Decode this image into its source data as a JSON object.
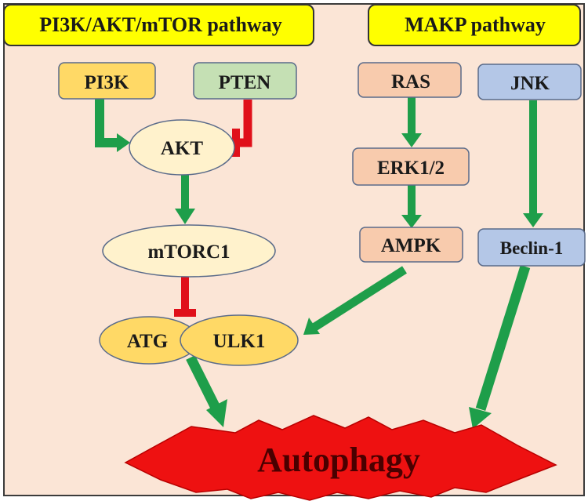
{
  "pathways": {
    "pi3k": "PI3K/AKT/mTOR pathway",
    "mapk": "MAKP pathway"
  },
  "nodes": {
    "pi3k": "PI3K",
    "pten": "PTEN",
    "akt": "AKT",
    "mtorc1": "mTORC1",
    "atg": "ATG",
    "ulk1": "ULK1",
    "ras": "RAS",
    "erk": "ERK1/2",
    "ampk": "AMPK",
    "jnk": "JNK",
    "beclin": "Beclin-1",
    "autophagy": "Autophagy"
  },
  "colors": {
    "background": "#fbe5d6",
    "header_fill": "#ffff00",
    "pi3k_fill": "#ffd966",
    "pten_fill": "#c5e0b4",
    "mapk_fill": "#f8cbad",
    "jnk_fill": "#b4c7e7",
    "oval_fill": "#fff2cc",
    "atg_fill": "#ffd966",
    "activation_arrow": "#1e9e4a",
    "inhibition_arrow": "#e0101a",
    "autophagy_fill": "#ee1111"
  }
}
